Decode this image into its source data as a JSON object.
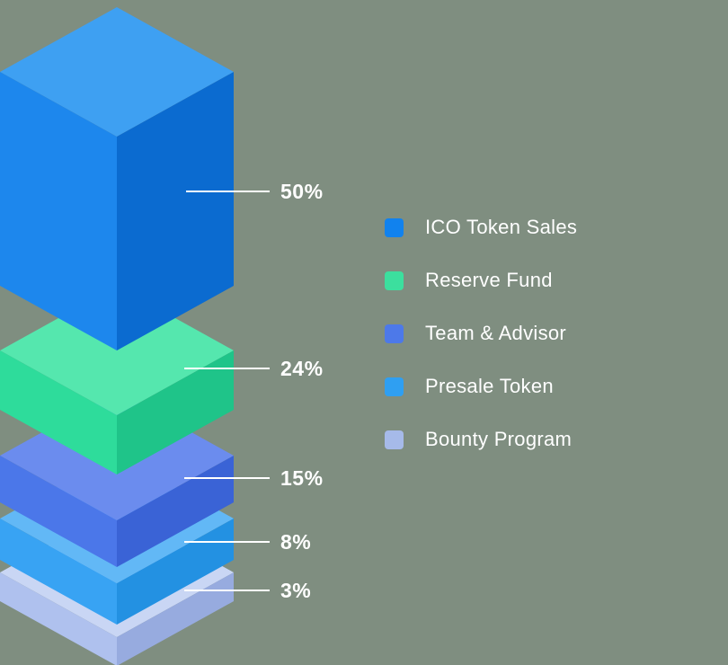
{
  "page": {
    "background": "#7f8e80"
  },
  "accents": {
    "label_color": "#ffffff",
    "leader_color": "#ffffff"
  },
  "chart_data": {
    "type": "bar",
    "chart_style": "isometric-3d-stacked-allocation",
    "total": 100,
    "unit": "%",
    "legend_position": "right",
    "categories": [
      "ICO Token Sales",
      "Reserve Fund",
      "Team & Advisor",
      "Presale Token",
      "Bounty Program"
    ],
    "values": [
      50,
      24,
      15,
      8,
      3
    ],
    "value_labels": [
      "50%",
      "24%",
      "15%",
      "8%",
      "3%"
    ],
    "series": [
      {
        "name": "ICO Token Sales",
        "value": 50,
        "label": "50%",
        "colors": {
          "top": "#3ea0f2",
          "left": "#1d87ed",
          "right": "#0b6bd0",
          "legend": "#1182ee"
        }
      },
      {
        "name": "Reserve Fund",
        "value": 24,
        "label": "24%",
        "colors": {
          "top": "#55e7ae",
          "left": "#2edc9b",
          "right": "#1fc489",
          "legend": "#3cdf9e"
        }
      },
      {
        "name": "Team & Advisor",
        "value": 15,
        "label": "15%",
        "colors": {
          "top": "#6b8cee",
          "left": "#4b77e9",
          "right": "#3a63d6",
          "legend": "#4d79e9"
        }
      },
      {
        "name": "Presale Token",
        "value": 8,
        "label": "8%",
        "colors": {
          "top": "#62b8f6",
          "left": "#38a3f3",
          "right": "#2391e2",
          "legend": "#2f9ff2"
        }
      },
      {
        "name": "Bounty Program",
        "value": 3,
        "label": "3%",
        "colors": {
          "top": "#c9d6f4",
          "left": "#afc1ee",
          "right": "#97abdf",
          "legend": "#a6bae9"
        }
      }
    ]
  }
}
